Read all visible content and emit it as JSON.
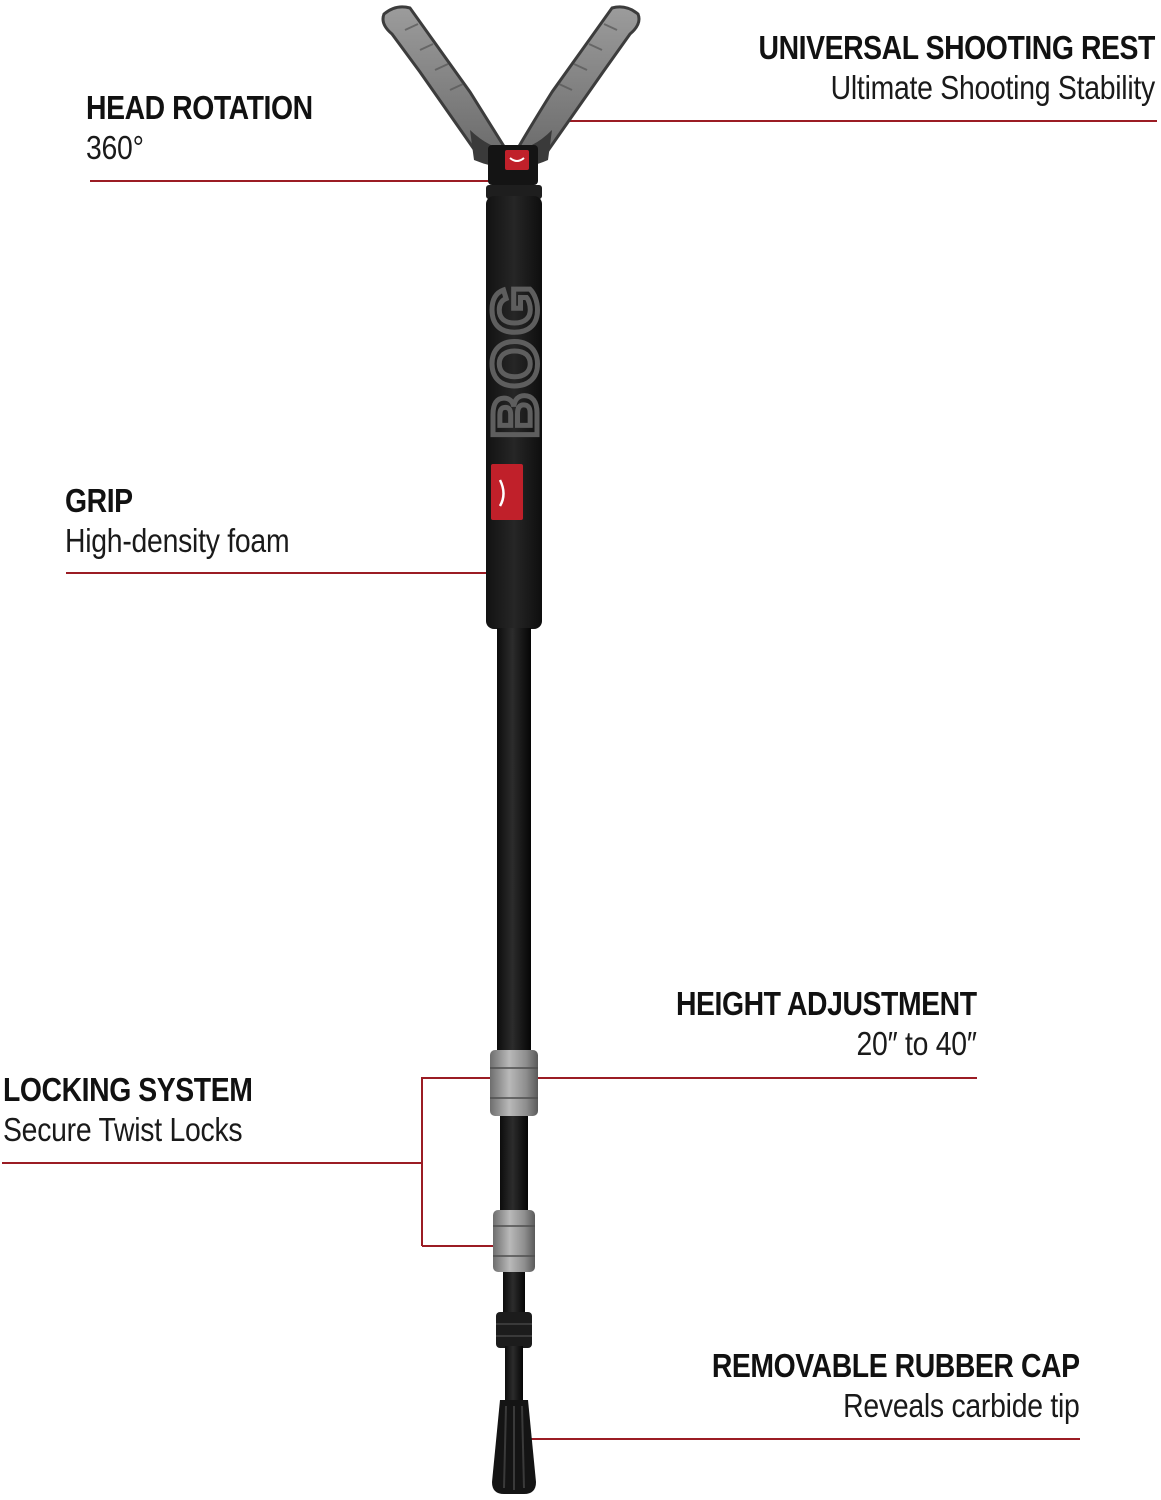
{
  "brand": {
    "logo_text": "BOG",
    "accent_color": "#c0202a",
    "line_color": "#9b1c24"
  },
  "callouts": {
    "head_rotation": {
      "title": "HEAD ROTATION",
      "desc": "360°"
    },
    "shooting_rest": {
      "title": "UNIVERSAL SHOOTING REST",
      "desc": "Ultimate Shooting Stability"
    },
    "grip": {
      "title": "GRIP",
      "desc": "High-density foam"
    },
    "height_adjustment": {
      "title": "HEIGHT ADJUSTMENT",
      "desc": "20″ to 40″"
    },
    "locking_system": {
      "title": "LOCKING SYSTEM",
      "desc": "Secure Twist Locks"
    },
    "rubber_cap": {
      "title": "REMOVABLE RUBBER CAP",
      "desc": "Reveals carbide tip"
    }
  }
}
